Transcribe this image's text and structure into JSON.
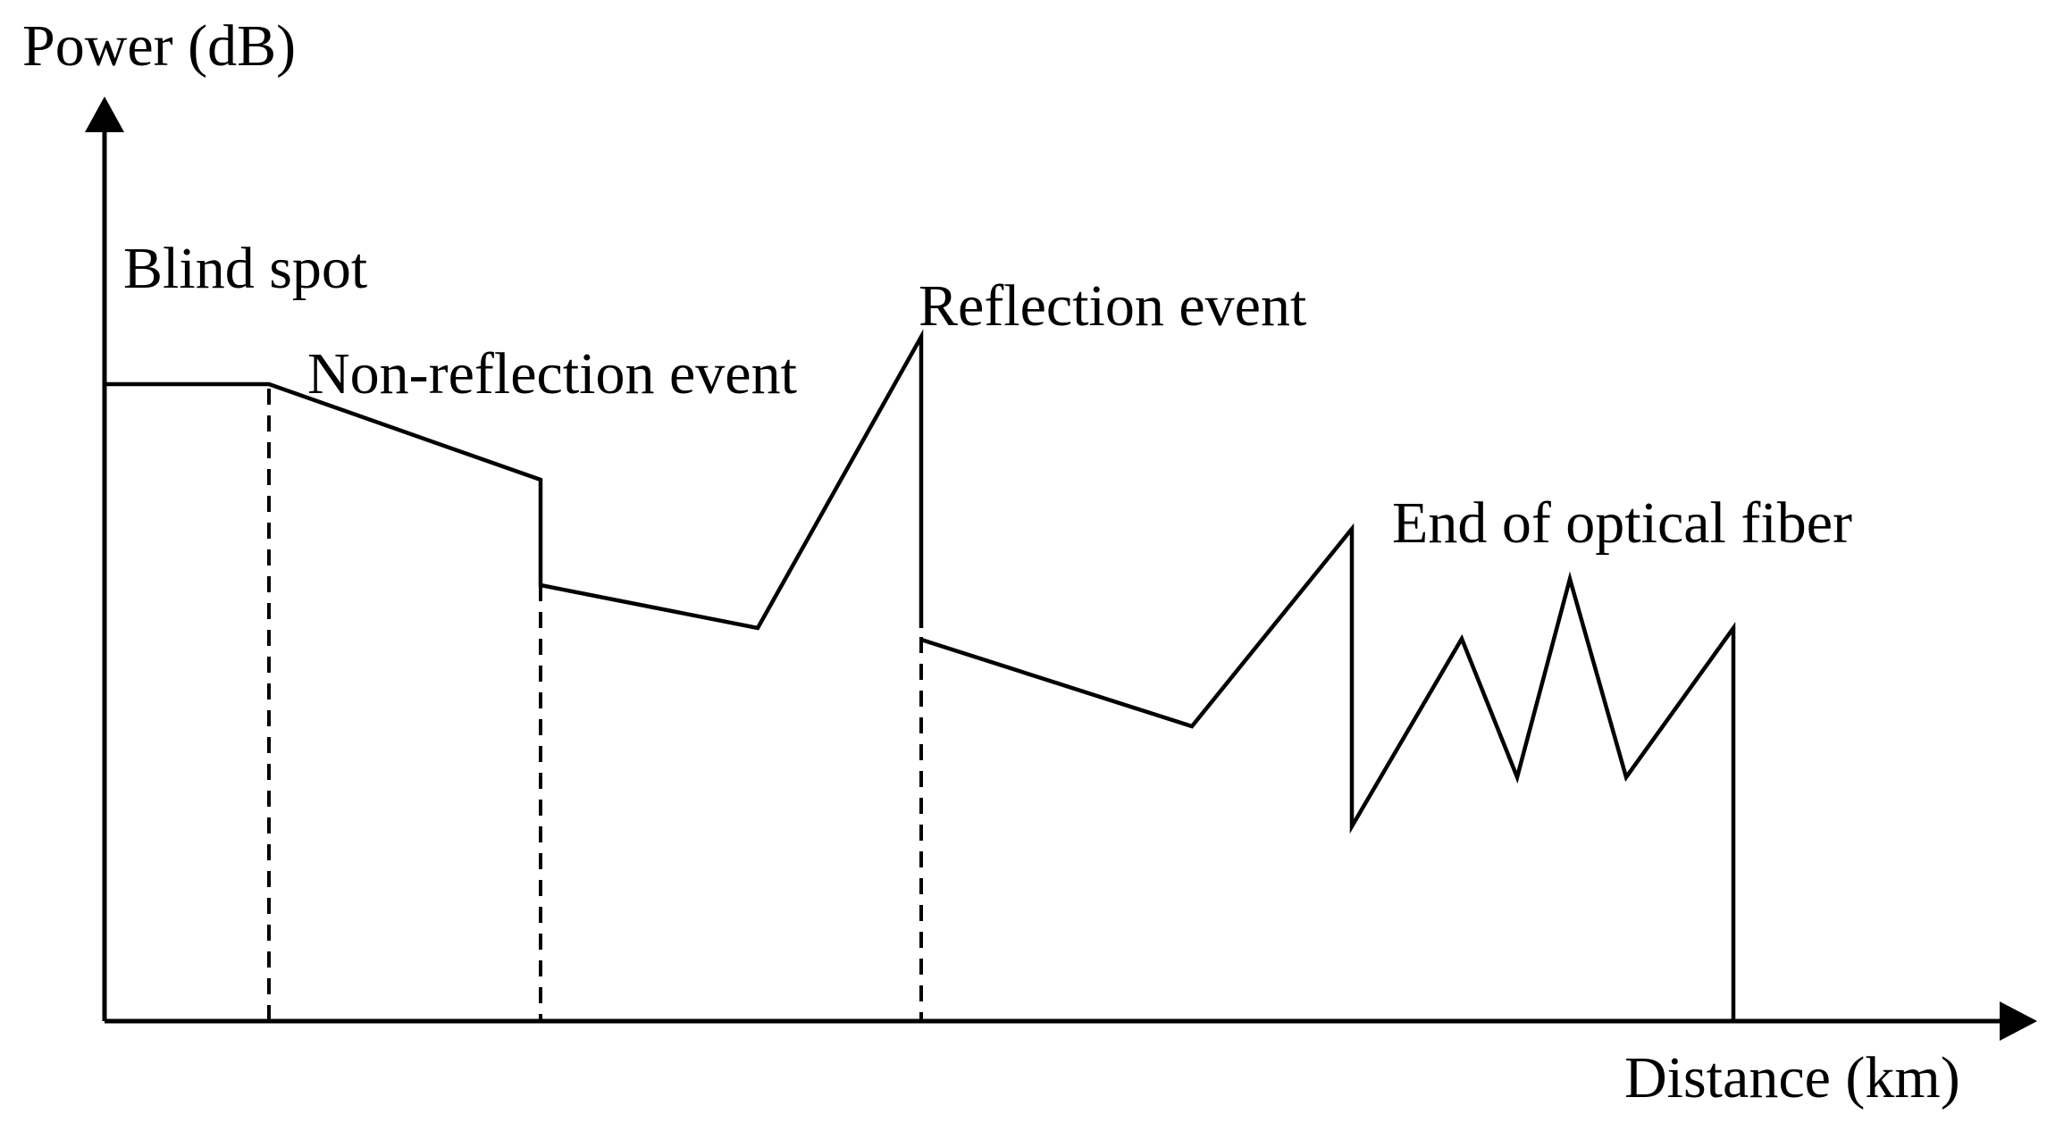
{
  "diagram": {
    "y_axis_label": "Power (dB)",
    "x_axis_label": "Distance (km)",
    "annotations": {
      "blind_spot": "Blind spot",
      "non_reflection": "Non-reflection event",
      "reflection": "Reflection event",
      "fiber_end": "End of optical fiber"
    },
    "colors": {
      "line": "#000000",
      "background": "#ffffff"
    }
  }
}
